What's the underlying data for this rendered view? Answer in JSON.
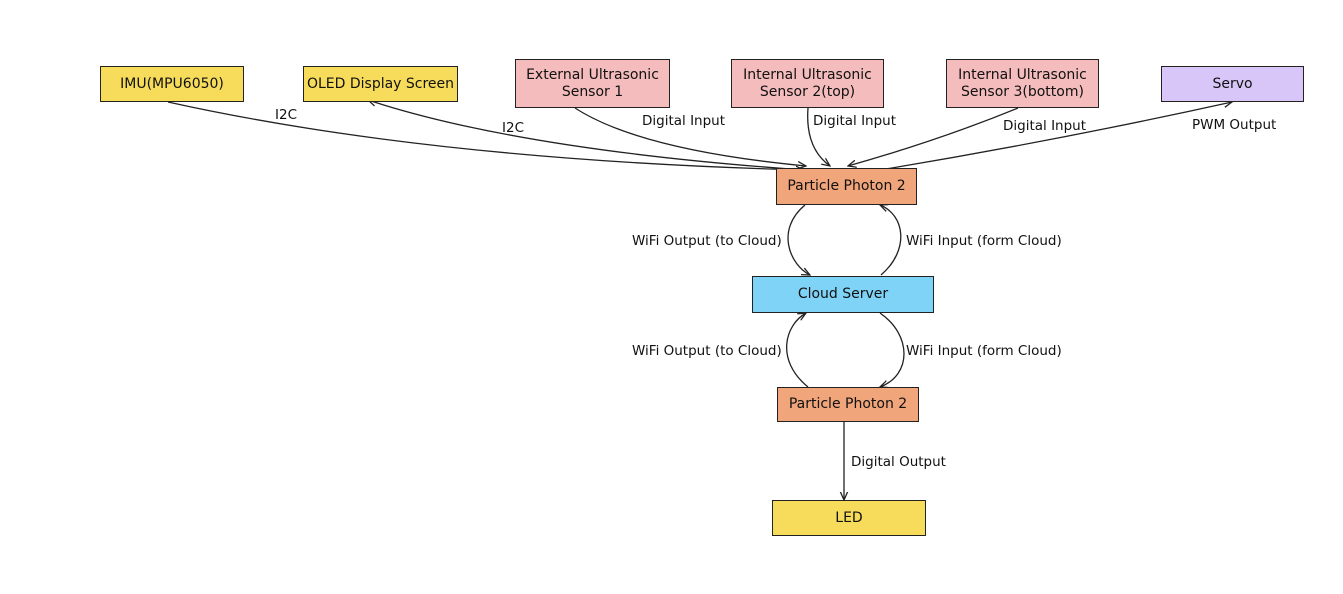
{
  "colors": {
    "yellow": "#f7dc5c",
    "pink": "#f4bcbc",
    "purple": "#d7c6f7",
    "orange": "#f1a57a",
    "blue": "#7fd3f7",
    "line": "#222222"
  },
  "nodes": {
    "imu": "IMU(MPU6050)",
    "oled": "OLED Display Screen",
    "ext_ultra": "External Ultrasonic\nSensor 1",
    "int_ultra_top": "Internal Ultrasonic\nSensor 2(top)",
    "int_ultra_bottom": "Internal Ultrasonic\nSensor 3(bottom)",
    "servo": "Servo",
    "photon1": "Particle Photon 2",
    "cloud": "Cloud Server",
    "photon2": "Particle Photon 2",
    "led": "LED"
  },
  "edges": {
    "imu_i2c": "I2C",
    "oled_i2c": "I2C",
    "ext_digital": "Digital Input",
    "top_digital": "Digital Input",
    "bottom_digital": "Digital Input",
    "servo_pwm": "PWM Output",
    "wifi_out_1": "WiFi Output (to Cloud)",
    "wifi_in_1": "WiFi Input (form Cloud)",
    "wifi_out_2": "WiFi Output (to Cloud)",
    "wifi_in_2": "WiFi Input (form Cloud)",
    "led_digital": "Digital Output"
  }
}
